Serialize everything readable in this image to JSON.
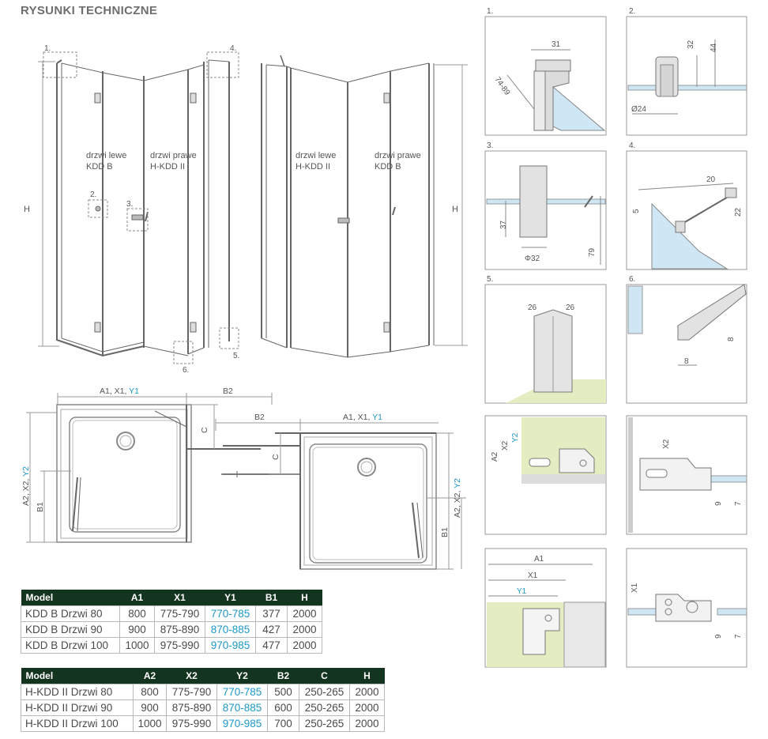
{
  "title": "RYSUNKI TECHNICZNE",
  "elevation": {
    "left": {
      "door_left": "drzwi lewe",
      "door_left_model": "KDD B",
      "door_right": "drzwi prawe",
      "door_right_model": "H-KDD II",
      "h": "H",
      "callouts": [
        "1.",
        "2.",
        "3.",
        "4.",
        "5.",
        "6."
      ]
    },
    "right": {
      "door_left": "drzwi lewe",
      "door_left_model": "H-KDD II",
      "door_right": "drzwi prawe",
      "door_right_model": "KDD B",
      "h": "H"
    }
  },
  "plan": {
    "left": {
      "dim_top": "A1, X1, ",
      "dim_top_y": "Y1",
      "dim_b2": "B2",
      "dim_c": "C",
      "dim_side": "A2, X2, ",
      "dim_side_y": "Y2",
      "dim_b1": "B1"
    },
    "right": {
      "dim_b2": "B2",
      "dim_top": "A1, X1, ",
      "dim_top_y": "Y1",
      "dim_c": "C",
      "dim_side": "A2, X2, ",
      "dim_side_y": "Y2",
      "dim_b1": "B1"
    }
  },
  "details": {
    "p1": {
      "num": "1.",
      "d1": "31",
      "d2": "74-89"
    },
    "p2": {
      "num": "2.",
      "d1": "32",
      "d2": "44",
      "d3": "Ø24"
    },
    "p3": {
      "num": "3.",
      "d1": "37",
      "d2": "79",
      "d3": "Φ32"
    },
    "p4": {
      "num": "4.",
      "d1": "20",
      "d2": "5",
      "d3": "22"
    },
    "p5": {
      "num": "5.",
      "d1": "26",
      "d2": "26"
    },
    "p6": {
      "num": "6.",
      "d1": "8",
      "d2": "8"
    },
    "p7": {
      "a": "A2",
      "x": "X2",
      "y": "Y2"
    },
    "p8": {
      "x": "X2",
      "d1": "9",
      "d2": "7"
    },
    "p9": {
      "a": "A1",
      "x": "X1",
      "y": "Y1"
    },
    "p10": {
      "x": "X1",
      "d1": "9",
      "d2": "7"
    }
  },
  "table1": {
    "headers": [
      "Model",
      "A1",
      "X1",
      "Y1",
      "B1",
      "H"
    ],
    "rows": [
      [
        "KDD B Drzwi 80",
        "800",
        "775-790",
        "770-785",
        "377",
        "2000"
      ],
      [
        "KDD B Drzwi 90",
        "900",
        "875-890",
        "870-885",
        "427",
        "2000"
      ],
      [
        "KDD B Drzwi 100",
        "1000",
        "975-990",
        "970-985",
        "477",
        "2000"
      ]
    ]
  },
  "table2": {
    "headers": [
      "Model",
      "A2",
      "X2",
      "Y2",
      "B2",
      "C",
      "H"
    ],
    "rows": [
      [
        "H-KDD II Drzwi 80",
        "800",
        "775-790",
        "770-785",
        "500",
        "250-265",
        "2000"
      ],
      [
        "H-KDD II Drzwi 90",
        "900",
        "875-890",
        "870-885",
        "600",
        "250-265",
        "2000"
      ],
      [
        "H-KDD II Drzwi 100",
        "1000",
        "975-990",
        "970-985",
        "700",
        "250-265",
        "2000"
      ]
    ]
  },
  "colors": {
    "header_bg": "#13341f",
    "accent_blue": "#1e98c8",
    "floor": "#e4ecc2",
    "glass": "#cfe6f5"
  }
}
